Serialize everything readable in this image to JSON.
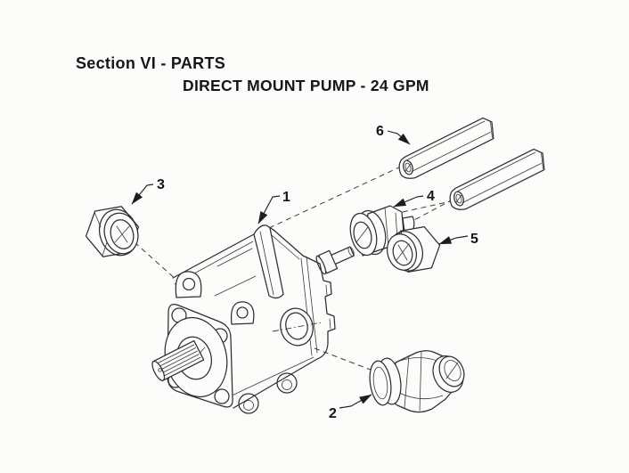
{
  "page": {
    "section_title": "Section VI - PARTS",
    "diagram_title": "DIRECT MOUNT PUMP - 24 GPM"
  },
  "diagram": {
    "kind": "exploded parts diagram",
    "callouts": [
      {
        "number": "1"
      },
      {
        "number": "2"
      },
      {
        "number": "3"
      },
      {
        "number": "4"
      },
      {
        "number": "5"
      },
      {
        "number": "6"
      }
    ]
  },
  "colors": {
    "background": "#fcfcfa",
    "line_art": "#2f2f2f",
    "text": "#141414"
  }
}
